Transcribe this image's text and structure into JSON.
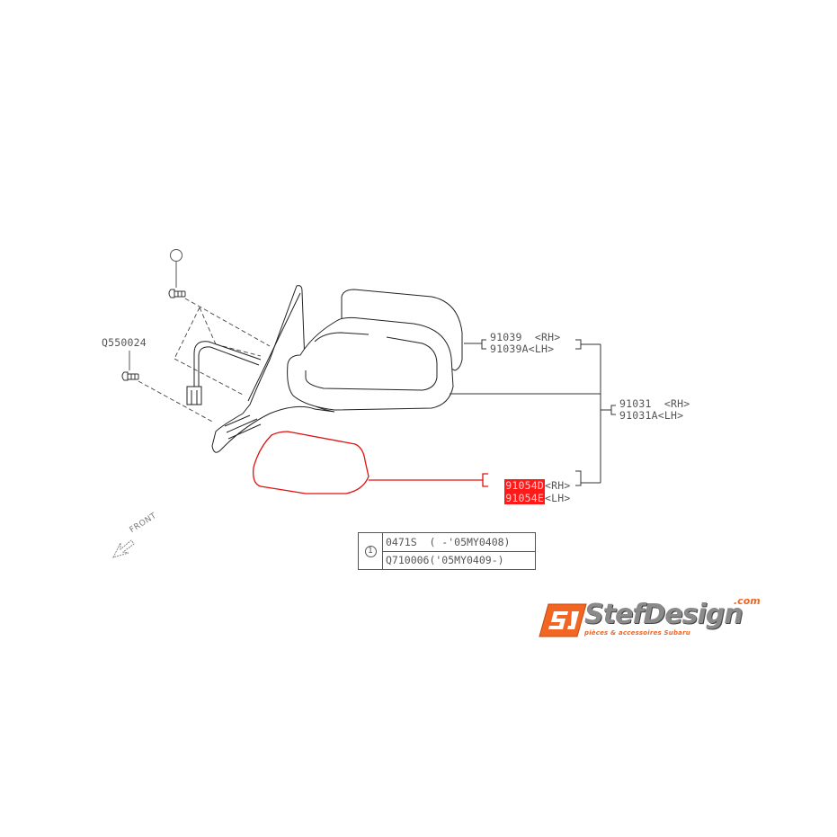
{
  "diagram": {
    "type": "parts-exploded-view",
    "subject": "Outer rear-view mirror assembly"
  },
  "callouts": {
    "screw_ref_symbol": "1",
    "screw_part": "Q550024",
    "mirror_cover_rh": "91039  <RH>",
    "mirror_cover_lh": "91039A<LH>",
    "mirror_assy_rh": "91031  <RH>",
    "mirror_assy_lh": "91031A<LH>",
    "mirror_glass_rh_code": "91054D",
    "mirror_glass_rh_side": "<RH>",
    "mirror_glass_lh_code": "91054E",
    "mirror_glass_lh_side": "<LH>"
  },
  "reference_table": {
    "symbol": "1",
    "rows": [
      "0471S  ( -'05MY0408)",
      "Q710006('05MY0409-)"
    ]
  },
  "orientation": {
    "label": "FRONT"
  },
  "logo": {
    "name": "StefDesign",
    "domain": ".com",
    "tagline": "pièces & accessoires Subaru",
    "accent_color": "#f26522",
    "text_color": "#8a8a8a"
  },
  "colors": {
    "line": "#222222",
    "highlight": "#ff1a1a",
    "text": "#555555"
  }
}
